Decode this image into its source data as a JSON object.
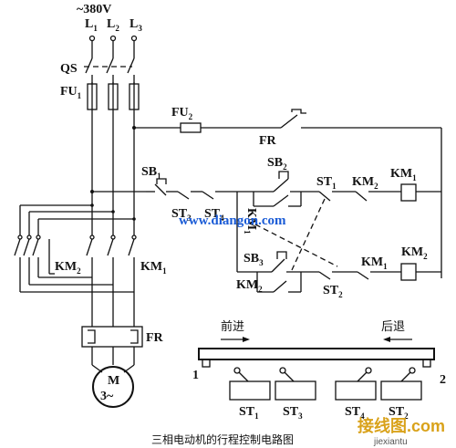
{
  "supply": {
    "voltage": "~380V",
    "L1": "L",
    "L1_sub": "1",
    "L2": "L",
    "L2_sub": "2",
    "L3": "L",
    "L3_sub": "3"
  },
  "power": {
    "qs": "QS",
    "fu1": "FU",
    "fu1_sub": "1",
    "km2": "KM",
    "km2_sub": "2",
    "km1": "KM",
    "km1_sub": "1",
    "fr": "FR",
    "motor": "M",
    "motor_phase": "3~"
  },
  "control": {
    "fu2": "FU",
    "fu2_sub": "2",
    "fr": "FR",
    "sb1": "SB",
    "sb1_sub": "1",
    "sb2": "SB",
    "sb2_sub": "2",
    "sb3": "SB",
    "sb3_sub": "3",
    "st3": "ST",
    "st3_sub": "3",
    "st4": "ST",
    "st4_sub": "4",
    "st1": "ST",
    "st1_sub": "1",
    "st2": "ST",
    "st2_sub": "2",
    "km1_aux": "KM",
    "km1_aux_sub": "1",
    "km2_aux": "KM",
    "km2_aux_sub": "2",
    "km2_top_il": "KM",
    "km2_top_il_sub": "2",
    "km1_coil": "KM",
    "km1_coil_sub": "1",
    "km1_bot_il": "KM",
    "km1_bot_il_sub": "1",
    "km2_coil": "KM",
    "km2_coil_sub": "2"
  },
  "travel": {
    "forward": "前进",
    "backward": "后退",
    "end1": "1",
    "end2": "2",
    "switches": [
      {
        "name": "ST",
        "sub": "1"
      },
      {
        "name": "ST",
        "sub": "3"
      },
      {
        "name": "ST",
        "sub": "4"
      },
      {
        "name": "ST",
        "sub": "2"
      }
    ]
  },
  "caption": "三相电动机的行程控制电路图",
  "watermarks": {
    "site1": "www.diangon.com",
    "site2": "接线图",
    "site2_com": ".com",
    "site2_url": "jiexiantu"
  }
}
